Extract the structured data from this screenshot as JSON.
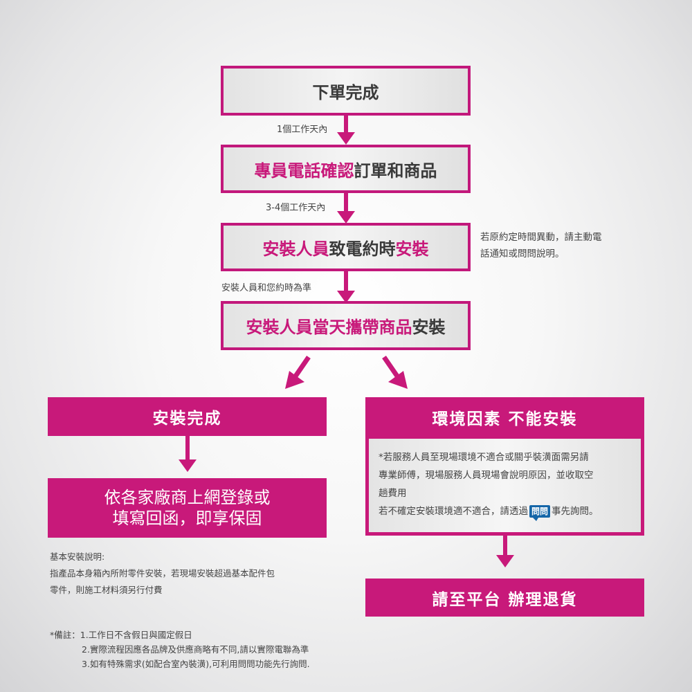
{
  "steps": {
    "order_complete": {
      "label": "下單完成"
    },
    "confirm_call": {
      "highlight": "專員電話確認",
      "rest": "訂單和商品"
    },
    "installer_call": {
      "hl1": "安裝人員",
      "mid": "致電約時",
      "hl2": "安裝"
    },
    "install_day": {
      "highlight": "安裝人員當天攜帶商品",
      "rest": "安裝"
    }
  },
  "connectors": {
    "c1_label": "1個工作天內",
    "c2_label": "3-4個工作天內",
    "c3_label": "安裝人員和您約時為準"
  },
  "side_note": {
    "line1": "若原約定時間異動，請主動電",
    "line2": "話通知或問問說明。"
  },
  "left_branch": {
    "title": "安裝完成",
    "warranty_line1": "依各家廠商上網登錄或",
    "warranty_line2": "填寫回函，即享保固",
    "basic_title": "基本安裝說明:",
    "basic_line1": "指產品本身箱內所附零件安裝，若現場安裝超過基本配件包",
    "basic_line2": "零件，則施工材料須另行付費"
  },
  "right_branch": {
    "title": "環境因素  不能安裝",
    "body_line1": "*若服務人員至現場環境不適合或關乎裝潢面需另請",
    "body_line2": "專業師傅，現場服務人員現場會說明原因，並收取空",
    "body_line3": "趟費用",
    "body_line4_pre": "若不確定安裝環境適不適合，請透過",
    "wenwen_badge": "問問",
    "body_line4_post": "事先詢問。",
    "return_label": "請至平台  辦理退貨"
  },
  "footnotes": {
    "prefix": "*備註：",
    "item1": "1.工作日不含假日與國定假日",
    "item2": "2.實際流程因應各品牌及供應商略有不同,請以實際電聯為準",
    "item3": "3.如有特殊需求(如配合室內裝潢),可利用問問功能先行詢問."
  },
  "colors": {
    "accent": "#c8197a",
    "badge_blue": "#1566a8",
    "text": "#3a3a3a"
  }
}
